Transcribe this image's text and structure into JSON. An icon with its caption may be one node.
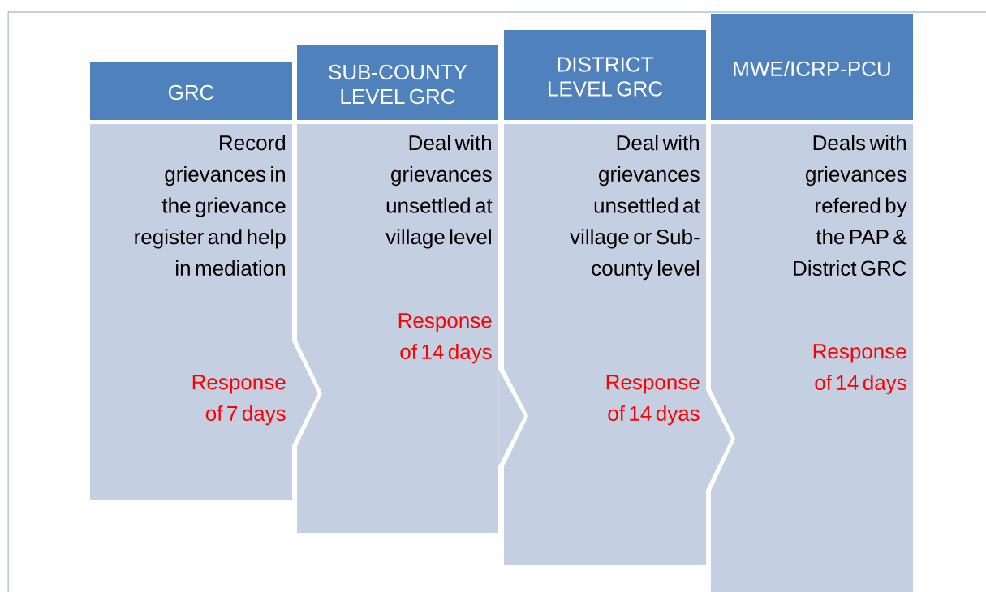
{
  "diagram": {
    "nodes": [
      {
        "text": [
          "GRC"
        ]
      },
      {
        "text": [
          "Record grievances in the grievance register and help in mediation",
          "Response of 7 days"
        ]
      },
      {
        "text": [
          "SUB-COUNTY LEVEL GRC"
        ]
      },
      {
        "text": [
          "Deal with grievances unsettled at village level",
          "Response of 14 days"
        ]
      },
      {
        "text": [
          "DISTRICT LEVEL GRC"
        ]
      },
      {
        "text": [
          "Deal with grievances unsettled at village or Sub-county level",
          "Response of 14 dyas"
        ]
      },
      {
        "text": [
          "MWE/ICRP-PCU"
        ]
      },
      {
        "text": [
          "Deals with grievances refered by the PAP & District GRC",
          "Response of 14 days"
        ]
      }
    ],
    "edges": [
      {
        "from": 1,
        "to": 3,
        "arrow": "to"
      },
      {
        "from": 3,
        "to": 5,
        "arrow": "to"
      },
      {
        "from": 5,
        "to": 7,
        "arrow": "to"
      }
    ]
  }
}
